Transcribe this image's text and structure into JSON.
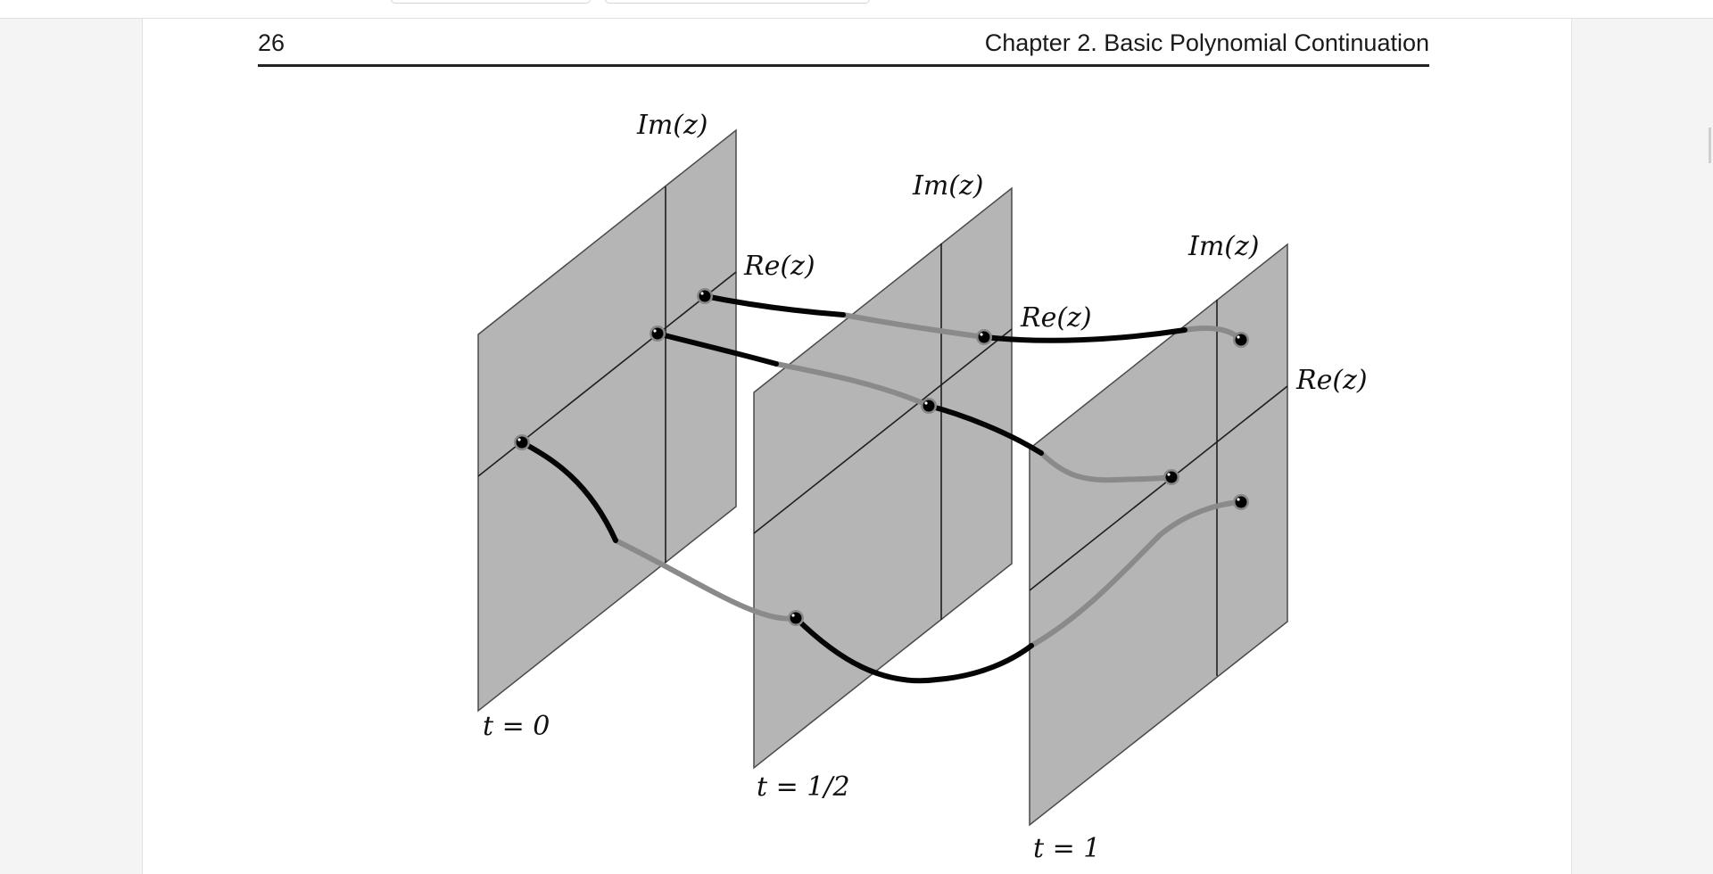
{
  "header": {
    "page_number": "26",
    "chapter_title": "Chapter 2.  Basic Polynomial Continuation"
  },
  "figure": {
    "planes": [
      {
        "axis_im": "Im(z)",
        "axis_re": "Re(z)",
        "time_label": "t = 0"
      },
      {
        "axis_im": "Im(z)",
        "axis_re": "Re(z)",
        "time_label": "t = 1/2"
      },
      {
        "axis_im": "Im(z)",
        "axis_re": "Re(z)",
        "time_label": "t = 1"
      }
    ],
    "colors": {
      "plane_fill": "#b5b5b5",
      "plane_edge": "#4a4a4a",
      "path_front": "#050505",
      "path_behind": "#8a8a8a"
    }
  }
}
